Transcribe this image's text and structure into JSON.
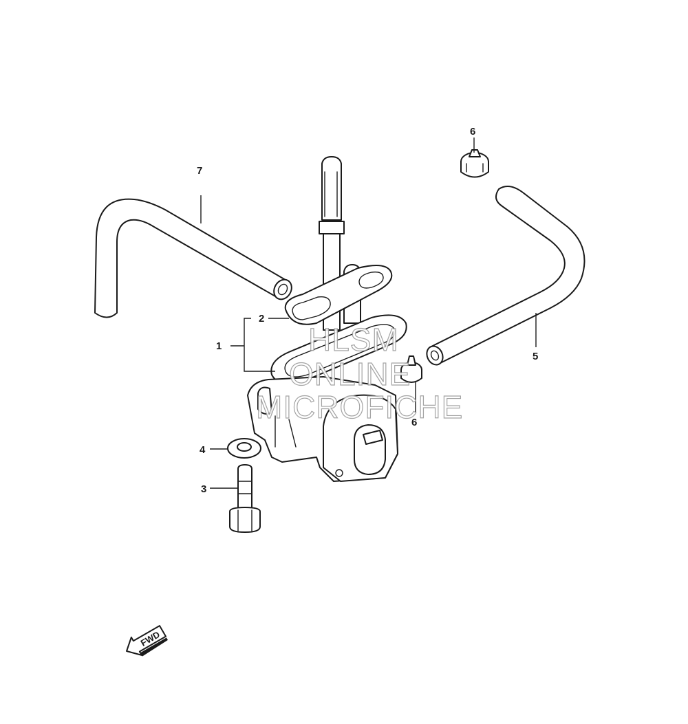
{
  "callouts": {
    "c1": "1",
    "c2": "2",
    "c3": "3",
    "c4": "4",
    "c5": "5",
    "c6_top": "6",
    "c6_mid": "6",
    "c7": "7"
  },
  "watermark": {
    "line1": "HLSM",
    "line2": "ONLINE",
    "line3": "MICROFICHE"
  },
  "fwd_label": "FWD"
}
